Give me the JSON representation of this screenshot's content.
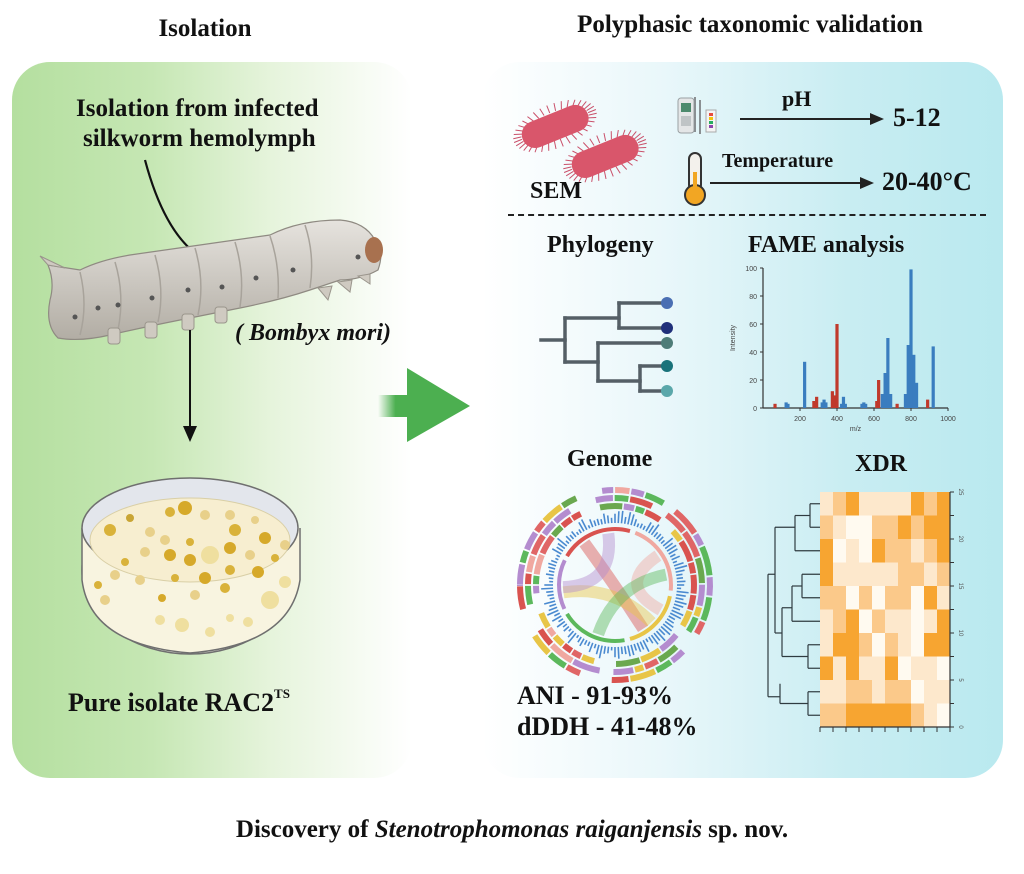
{
  "sections": {
    "isolation": {
      "heading": "Isolation",
      "source_text_line1": "Isolation from infected",
      "source_text_line2": "silkworm hemolymph",
      "host_species": "( Bombyx mori)",
      "result_label": "Pure isolate RAC2",
      "result_superscript": "TS",
      "icons": [
        "silkworm-icon",
        "petri-dish-icon",
        "curved-arrow-icon",
        "down-arrow-icon"
      ],
      "panel_color": "#b4df9f"
    },
    "validation": {
      "heading": "Polyphasic taxonomic validation",
      "panel_color": "#b9e9ef",
      "sem": {
        "label": "SEM",
        "icon": "rod-bacteria-icon",
        "color": "#d9566b"
      },
      "ph": {
        "label": "pH",
        "value": "5-12",
        "icon": "ph-meter-icon"
      },
      "temperature": {
        "label": "Temperature",
        "value": "20-40°C",
        "icon": "thermometer-icon"
      },
      "phylogeny": {
        "label": "Phylogeny",
        "leaf_colors": [
          "#4a6fb3",
          "#1f2f7a",
          "#4e7c78",
          "#19727a",
          "#5aa7aa"
        ]
      },
      "fame": {
        "label": "FAME analysis"
      },
      "genome": {
        "label": "Genome",
        "ani": "ANI - 91-93%",
        "dddh": "dDDH - 41-48%"
      },
      "xdr": {
        "label": "XDR"
      }
    },
    "transition_arrow": {
      "icon": "right-arrow-icon",
      "color": "#4caf50"
    }
  },
  "footer": {
    "prefix": "Discovery of ",
    "species": "Stenotrophomonas raiganjensis",
    "suffix": " sp. nov."
  },
  "chart_data": [
    {
      "type": "bar",
      "title": "FAME analysis",
      "xlabel": "m/z",
      "ylabel": "Intensity",
      "xlim": [
        0,
        1000
      ],
      "ylim": [
        0,
        100
      ],
      "xticks": [
        200,
        400,
        600,
        800,
        1000
      ],
      "yticks": [
        0,
        20,
        40,
        60,
        80,
        100
      ],
      "series": [
        {
          "name": "red",
          "color": "#c0392b",
          "x": [
            65,
            275,
            290,
            375,
            390,
            400,
            615,
            625,
            725,
            890
          ],
          "values": [
            3,
            5,
            8,
            12,
            9,
            60,
            5,
            20,
            3,
            6
          ]
        },
        {
          "name": "blue",
          "color": "#3a7dbf",
          "x": [
            125,
            135,
            225,
            320,
            330,
            340,
            425,
            435,
            445,
            535,
            545,
            555,
            645,
            660,
            675,
            690,
            770,
            785,
            800,
            815,
            830,
            920
          ],
          "values": [
            4,
            3,
            33,
            4,
            6,
            4,
            3,
            8,
            3,
            3,
            4,
            3,
            10,
            25,
            50,
            10,
            10,
            45,
            99,
            38,
            18,
            44
          ]
        }
      ]
    },
    {
      "type": "heatmap",
      "title": "XDR",
      "yticks": [
        0,
        5,
        10,
        15,
        20,
        25
      ],
      "color_scale": [
        "#fffaf0",
        "#fde8cc",
        "#fbc98a",
        "#f7a531"
      ],
      "rows_top_to_bottom": [
        [
          1,
          2,
          3,
          1,
          1,
          1,
          1,
          3,
          2,
          3
        ],
        [
          2,
          1,
          0,
          0,
          2,
          2,
          3,
          2,
          3,
          3
        ],
        [
          3,
          0,
          1,
          0,
          3,
          2,
          2,
          1,
          2,
          3
        ],
        [
          3,
          1,
          1,
          1,
          1,
          1,
          2,
          2,
          1,
          2
        ],
        [
          2,
          2,
          0,
          2,
          0,
          2,
          2,
          0,
          3,
          1
        ],
        [
          1,
          2,
          3,
          0,
          2,
          1,
          1,
          0,
          1,
          3
        ],
        [
          1,
          3,
          3,
          2,
          0,
          2,
          1,
          0,
          3,
          3
        ],
        [
          3,
          1,
          3,
          1,
          1,
          3,
          0,
          1,
          1,
          0
        ],
        [
          1,
          1,
          2,
          2,
          1,
          2,
          2,
          0,
          1,
          1
        ],
        [
          2,
          2,
          3,
          3,
          3,
          3,
          3,
          2,
          1,
          0
        ]
      ]
    }
  ]
}
